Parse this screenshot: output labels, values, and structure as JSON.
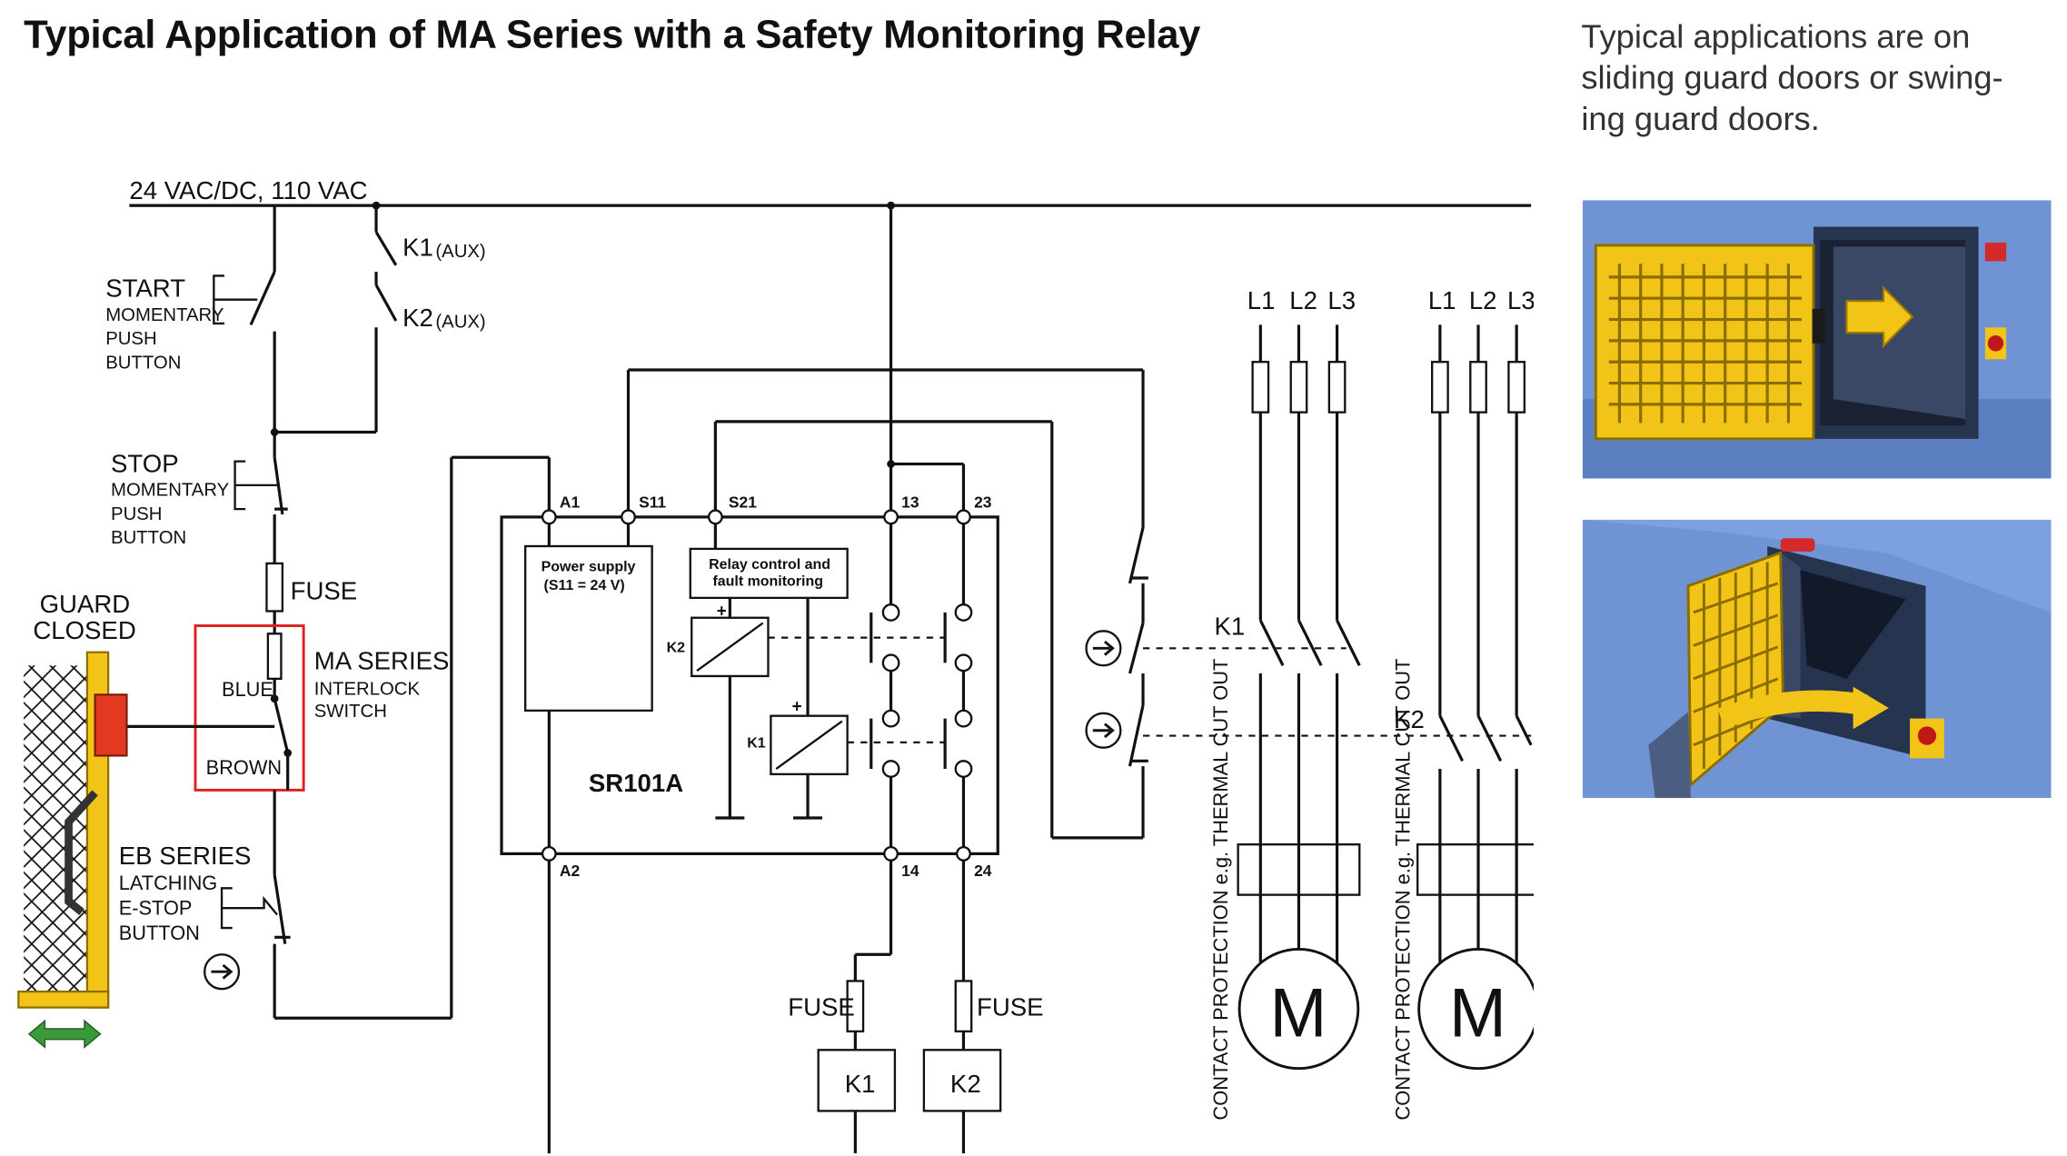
{
  "title": "Typical Application of MA Series with a Safety Monitoring Relay",
  "side_text": {
    "lines": [
      "Typical applications are on",
      "sliding guard doors or swing-",
      "ing guard doors."
    ]
  },
  "supply": "24 VAC/DC, 110 VAC",
  "start_btn": {
    "l1": "START",
    "l2": "MOMENTARY",
    "l3": "PUSH",
    "l4": "BUTTON"
  },
  "stop_btn": {
    "l1": "STOP",
    "l2": "MOMENTARY",
    "l3": "PUSH",
    "l4": "BUTTON"
  },
  "aux": {
    "k1": "K1",
    "k2": "K2",
    "tag": "(AUX)"
  },
  "fuse": "FUSE",
  "guard": {
    "l1": "GUARD",
    "l2": "CLOSED"
  },
  "ma_switch": {
    "blue": "BLUE",
    "brown": "BROWN",
    "l1": "MA SERIES",
    "l2": "INTERLOCK",
    "l3": "SWITCH"
  },
  "eb_btn": {
    "l1": "EB SERIES",
    "l2": "LATCHING",
    "l3": "E-STOP",
    "l4": "BUTTON"
  },
  "relay": {
    "model": "SR101A",
    "terminals": {
      "a1": "A1",
      "s11": "S11",
      "s21": "S21",
      "t13": "13",
      "t23": "23",
      "a2": "A2",
      "t14": "14",
      "t24": "24"
    },
    "psu_l1": "Power supply",
    "psu_l2": "(S11 = 24 V)",
    "ctrl_l1": "Relay control and",
    "ctrl_l2": "fault monitoring",
    "k1": "K1",
    "k2": "K2",
    "plus": "+"
  },
  "coils": {
    "k1": "K1",
    "k2": "K2"
  },
  "motor": {
    "phases": [
      "L1",
      "L2",
      "L3"
    ],
    "k1": "K1",
    "k2": "K2",
    "m": "M",
    "protection": "CONTACT PROTECTION e.g. THERMAL CUT OUT"
  },
  "colors": {
    "yellow": "#f2c418",
    "red_box": "#e02020",
    "photo_bg": "#6f93d3",
    "arrow_green": "#3a9a3a"
  }
}
